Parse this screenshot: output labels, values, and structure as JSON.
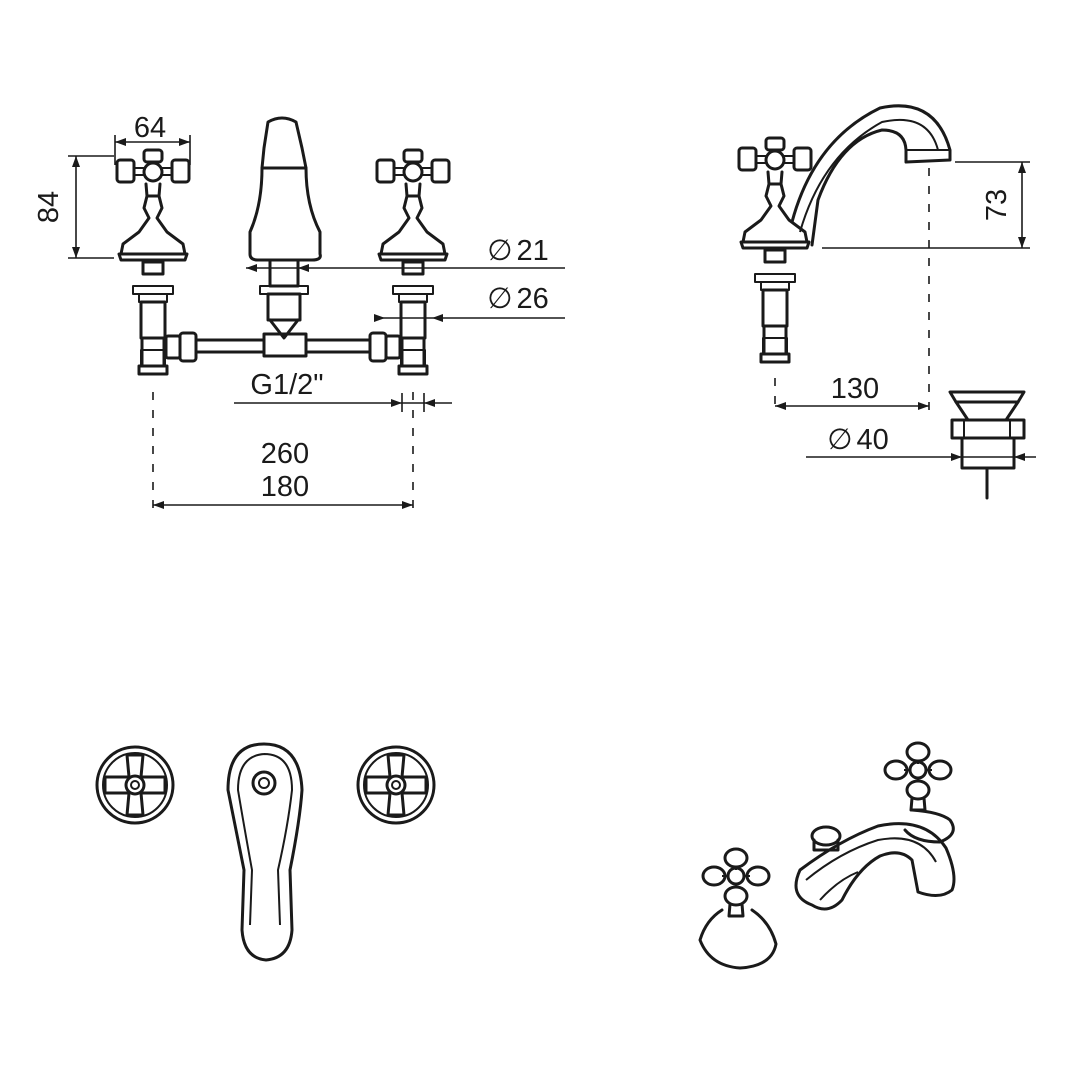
{
  "dimensions": {
    "handle_width": "64",
    "handle_height": "84",
    "diameter_21": "21",
    "diameter_26": "26",
    "thread": "G1/2\"",
    "overall_260": "260",
    "overall_180": "180",
    "spout_height": "73",
    "spout_reach": "130",
    "drain_diameter": "40"
  },
  "symbols": {
    "diameter": "∅"
  }
}
